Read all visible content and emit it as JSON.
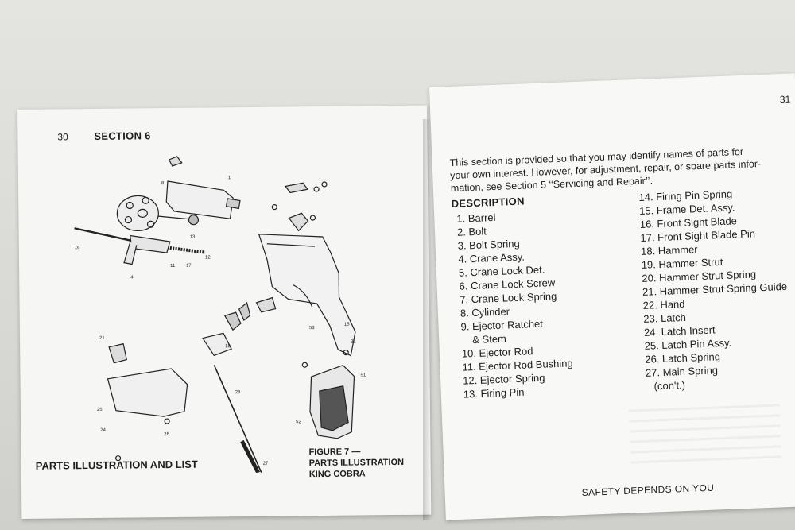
{
  "left_page": {
    "page_number": "30",
    "section": "SECTION 6",
    "caption": "PARTS ILLUSTRATION AND LIST",
    "figure_caption": [
      "FIGURE 7 —",
      "PARTS ILLUSTRATION",
      "KING COBRA"
    ]
  },
  "right_page": {
    "page_number": "31",
    "intro_lines": [
      "This section is provided so that you may identify names of parts for",
      "your own interest. However, for adjustment, repair, or spare parts infor-",
      "mation, see Section 5 ‘‘Servicing and Repair’’."
    ],
    "heading": "DESCRIPTION",
    "parts_col1": [
      "1. Barrel",
      "2. Bolt",
      "3. Bolt Spring",
      "4. Crane Assy.",
      "5. Crane Lock Det.",
      "6. Crane Lock Screw",
      "7. Crane Lock Spring",
      "8. Cylinder",
      "9. Ejector Ratchet",
      "& Stem",
      "10. Ejector Rod",
      "11. Ejector Rod Bushing",
      "12. Ejector Spring",
      "13. Firing Pin"
    ],
    "parts_col2": [
      "14. Firing Pin Spring",
      "15. Frame Det. Assy.",
      "16. Front Sight Blade",
      "17. Front Sight Blade Pin",
      "18. Hammer",
      "19. Hammer Strut",
      "20. Hammer Strut Spring",
      "21. Hammer Strut Spring Guide",
      "22. Hand",
      "23. Latch",
      "24. Latch Insert",
      "25. Latch Pin Assy.",
      "26. Latch Spring",
      "27. Main Spring",
      "(con't.)"
    ],
    "footer": "SAFETY DEPENDS ON YOU"
  },
  "diagram_labels": [
    "8",
    "1",
    "16",
    "17",
    "11",
    "13",
    "12",
    "4",
    "15",
    "18",
    "21",
    "28",
    "27",
    "31",
    "51",
    "52",
    "53",
    "25",
    "24",
    "26"
  ]
}
